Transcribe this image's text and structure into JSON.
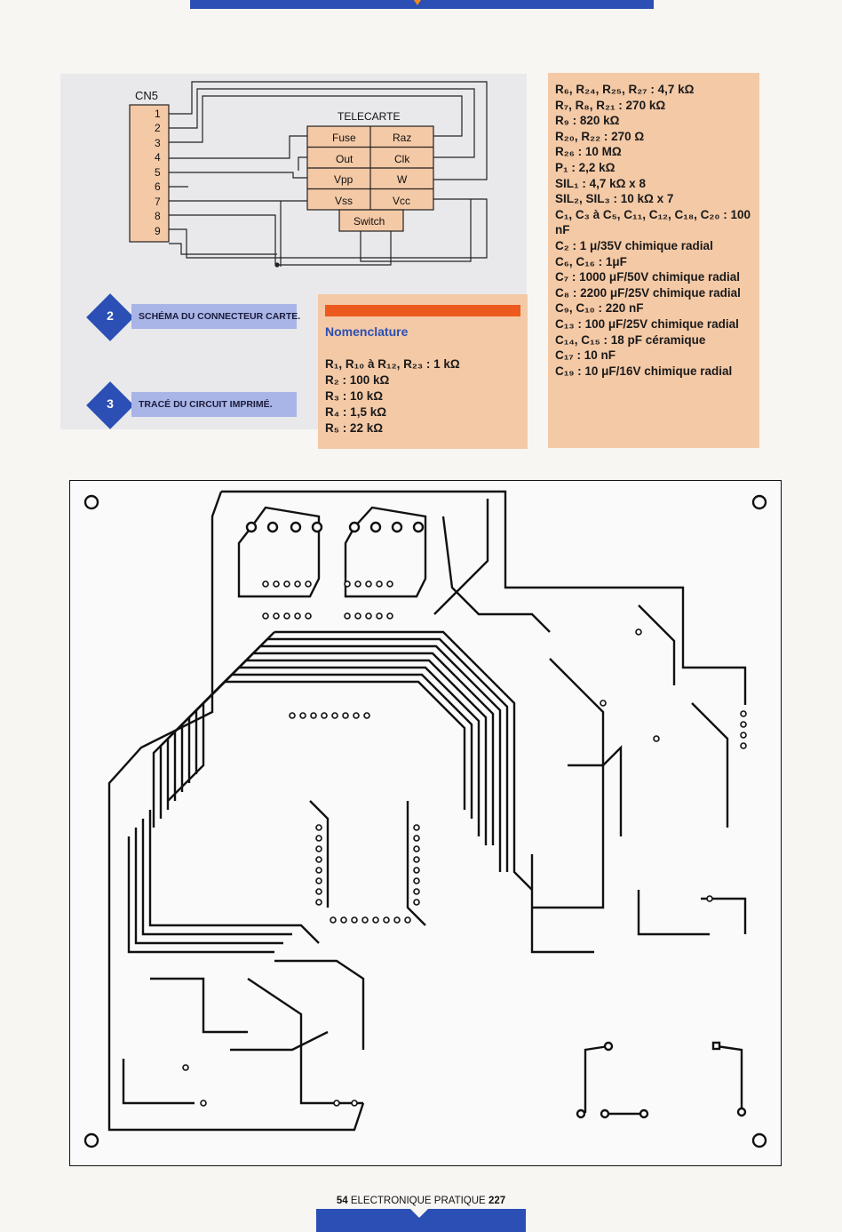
{
  "schematic": {
    "connector_label": "CN5",
    "pins": [
      "1",
      "2",
      "3",
      "4",
      "5",
      "6",
      "7",
      "8",
      "9"
    ],
    "card_title": "TELECARTE",
    "card_cells": [
      [
        "Fuse",
        "Raz"
      ],
      [
        "Out",
        "Clk"
      ],
      [
        "Vpp",
        "W"
      ],
      [
        "Vss",
        "Vcc"
      ]
    ],
    "switch_label": "Switch"
  },
  "captions": [
    {
      "number": "2",
      "text": "SCHÉMA DU CONNECTEUR CARTE."
    },
    {
      "number": "3",
      "text": "TRACÉ DU CIRCUIT IMPRIMÉ."
    }
  ],
  "nomenclature": {
    "title": "Nomenclature",
    "items": [
      "R₁, R₁₀ à R₁₂, R₂₃ : 1 kΩ",
      "R₂ : 100 kΩ",
      "R₃ : 10 kΩ",
      "R₄ : 1,5 kΩ",
      "R₅ : 22 kΩ"
    ]
  },
  "parts_continued": [
    "R₆, R₂₄, R₂₅, R₂₇ : 4,7 kΩ",
    "R₇, R₈, R₂₁ : 270 kΩ",
    "R₉ : 820 kΩ",
    "R₂₀, R₂₂ : 270 Ω",
    "R₂₆ : 10 MΩ",
    "P₁ : 2,2 kΩ",
    "SIL₁ : 4,7 kΩ x 8",
    "SIL₂, SIL₃ : 10 kΩ x 7",
    "C₁, C₃ à C₅, C₁₁, C₁₂, C₁₈, C₂₀ : 100 nF",
    "C₂ : 1 μ/35V chimique radial",
    "C₆, C₁₆ : 1μF",
    "C₇ : 1000 μF/50V chimique radial",
    "C₈ : 2200 μF/25V chimique radial",
    "C₉, C₁₀ : 220 nF",
    "C₁₃ : 100 μF/25V chimique radial",
    "C₁₄, C₁₅ : 18 pF céramique",
    "C₁₇ : 10 nF",
    "C₁₉ : 10 μF/16V chimique radial"
  ],
  "footer": {
    "page": "54",
    "magazine": "ELECTRONIQUE PRATIQUE",
    "issue": "227"
  }
}
